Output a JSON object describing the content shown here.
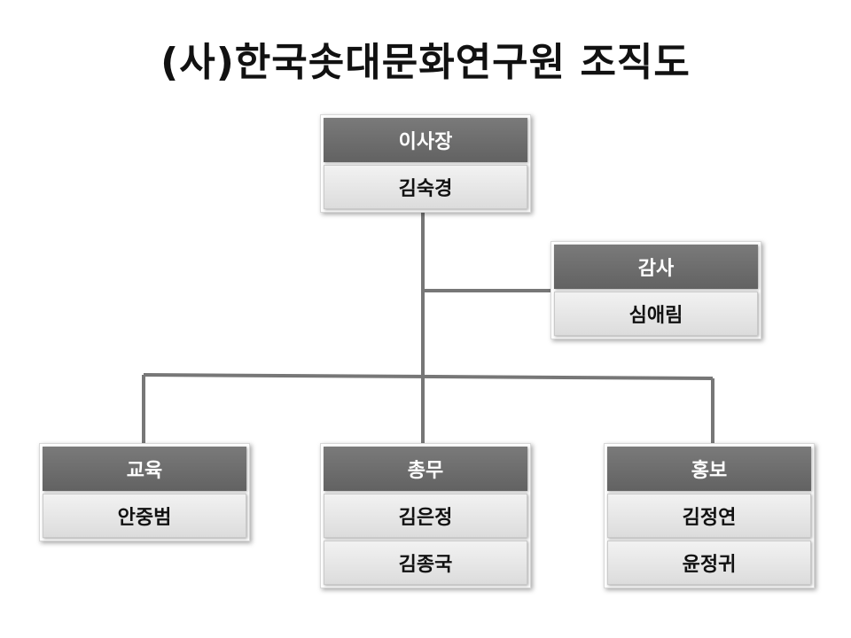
{
  "title": "(사)한국솟대문화연구원 조직도",
  "nodes": {
    "chairman": {
      "role": "이사장",
      "members": [
        "김숙경"
      ]
    },
    "auditor": {
      "role": "감사",
      "members": [
        "심애림"
      ]
    },
    "education": {
      "role": "교육",
      "members": [
        "안중범"
      ]
    },
    "general_affairs": {
      "role": "총무",
      "members": [
        "김은정",
        "김종국"
      ]
    },
    "publicity": {
      "role": "홍보",
      "members": [
        "김정연",
        "윤정귀"
      ]
    }
  },
  "colors": {
    "header_fill": "#6e6e6e",
    "name_fill": "#e6e6e6",
    "connector": "#777777"
  }
}
